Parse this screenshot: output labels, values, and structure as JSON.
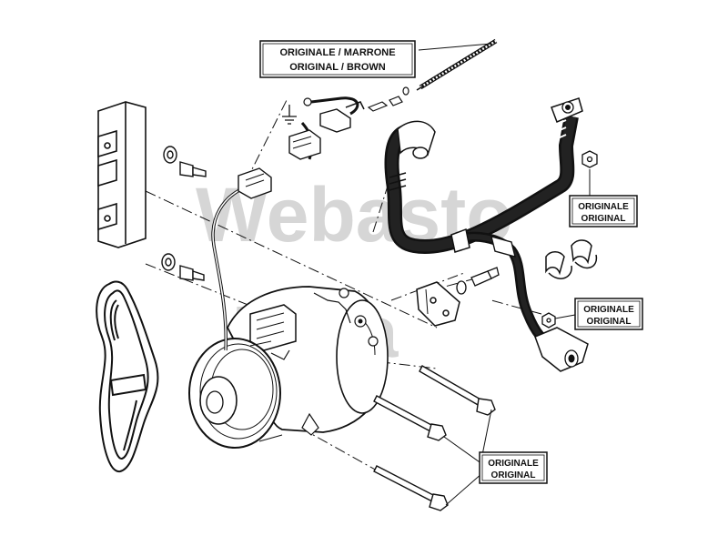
{
  "watermark": {
    "line1": "Webasto",
    "line2": "Italia"
  },
  "labels": {
    "wire": {
      "line1": "ORIGINALE / MARRONE",
      "line2": "ORIGINAL / BROWN"
    },
    "pipe_upper": {
      "line1": "ORIGINALE",
      "line2": "ORIGINAL"
    },
    "pipe_lower": {
      "line1": "ORIGINALE",
      "line2": "ORIGINAL"
    },
    "bolts": {
      "line1": "ORIGINALE",
      "line2": "ORIGINAL"
    }
  },
  "colors": {
    "line": "#111111",
    "watermark": "#d6d6d6",
    "background": "#ffffff"
  }
}
